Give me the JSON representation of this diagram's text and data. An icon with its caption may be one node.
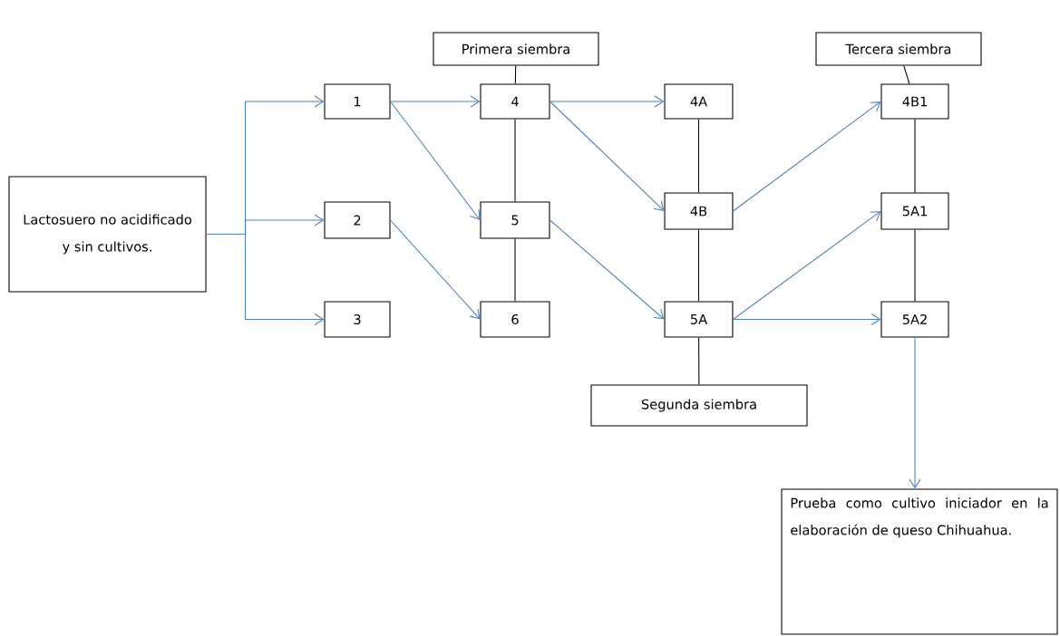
{
  "diagram": {
    "nodes": [
      {
        "text": [
          "Lactosuero no acidificado y sin cultivos."
        ]
      },
      {
        "text": [
          "1"
        ]
      },
      {
        "text": [
          "2"
        ]
      },
      {
        "text": [
          "3"
        ]
      },
      {
        "text": [
          "Primera siembra"
        ]
      },
      {
        "text": [
          "4"
        ]
      },
      {
        "text": [
          "5"
        ]
      },
      {
        "text": [
          "6"
        ]
      },
      {
        "text": [
          "4A"
        ]
      },
      {
        "text": [
          "4B"
        ]
      },
      {
        "text": [
          "5A"
        ]
      },
      {
        "text": [
          "Segunda siembra"
        ]
      },
      {
        "text": [
          "Tercera siembra"
        ]
      },
      {
        "text": [
          "4B1"
        ]
      },
      {
        "text": [
          "5A1"
        ]
      },
      {
        "text": [
          "5A2"
        ]
      },
      {
        "text": [
          "Prueba como cultivo iniciador en la elaboración de queso Chihuahua."
        ]
      }
    ],
    "edges": [
      {
        "from": 0,
        "to": 1,
        "arrow": "to"
      },
      {
        "from": 0,
        "to": 2,
        "arrow": "to"
      },
      {
        "from": 0,
        "to": 3,
        "arrow": "to"
      },
      {
        "from": 1,
        "to": 5,
        "arrow": "to"
      },
      {
        "from": 1,
        "to": 6,
        "arrow": "to"
      },
      {
        "from": 2,
        "to": 7,
        "arrow": "to"
      },
      {
        "from": 5,
        "to": 8,
        "arrow": "to"
      },
      {
        "from": 5,
        "to": 9,
        "arrow": "to"
      },
      {
        "from": 6,
        "to": 10,
        "arrow": "to"
      },
      {
        "from": 9,
        "to": 13,
        "arrow": "to"
      },
      {
        "from": 10,
        "to": 14,
        "arrow": "to"
      },
      {
        "from": 10,
        "to": 15,
        "arrow": "to"
      },
      {
        "from": 15,
        "to": 16,
        "arrow": "to"
      },
      {
        "from": 4,
        "to": 5,
        "arrow": "none",
        "color": "#000000"
      },
      {
        "from": 5,
        "to": 6,
        "arrow": "none",
        "color": "#000000"
      },
      {
        "from": 6,
        "to": 7,
        "arrow": "none",
        "color": "#000000"
      },
      {
        "from": 8,
        "to": 9,
        "arrow": "none",
        "color": "#000000"
      },
      {
        "from": 9,
        "to": 10,
        "arrow": "none",
        "color": "#000000"
      },
      {
        "from": 10,
        "to": 11,
        "arrow": "none",
        "color": "#000000"
      },
      {
        "from": 12,
        "to": 13,
        "arrow": "none",
        "color": "#000000"
      },
      {
        "from": 13,
        "to": 14,
        "arrow": "none",
        "color": "#000000"
      },
      {
        "from": 14,
        "to": 15,
        "arrow": "none",
        "color": "#000000"
      }
    ]
  }
}
